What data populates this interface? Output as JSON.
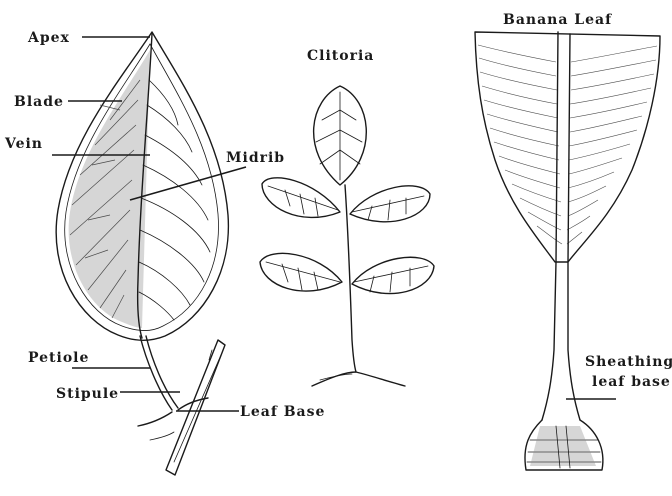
{
  "labels": {
    "apex": "Apex",
    "blade": "Blade",
    "vein": "Vein",
    "midrib": "Midrib",
    "petiole": "Petiole",
    "stipule": "Stipule",
    "leaf_base": "Leaf Base",
    "clitoria": "Clitoria",
    "banana_leaf": "Banana Leaf",
    "sheathing_line1": "Sheathing",
    "sheathing_line2": "leaf base"
  },
  "colors": {
    "ink": "#1a1a1a",
    "shading": "#4a4a4a",
    "background": "#ffffff"
  }
}
